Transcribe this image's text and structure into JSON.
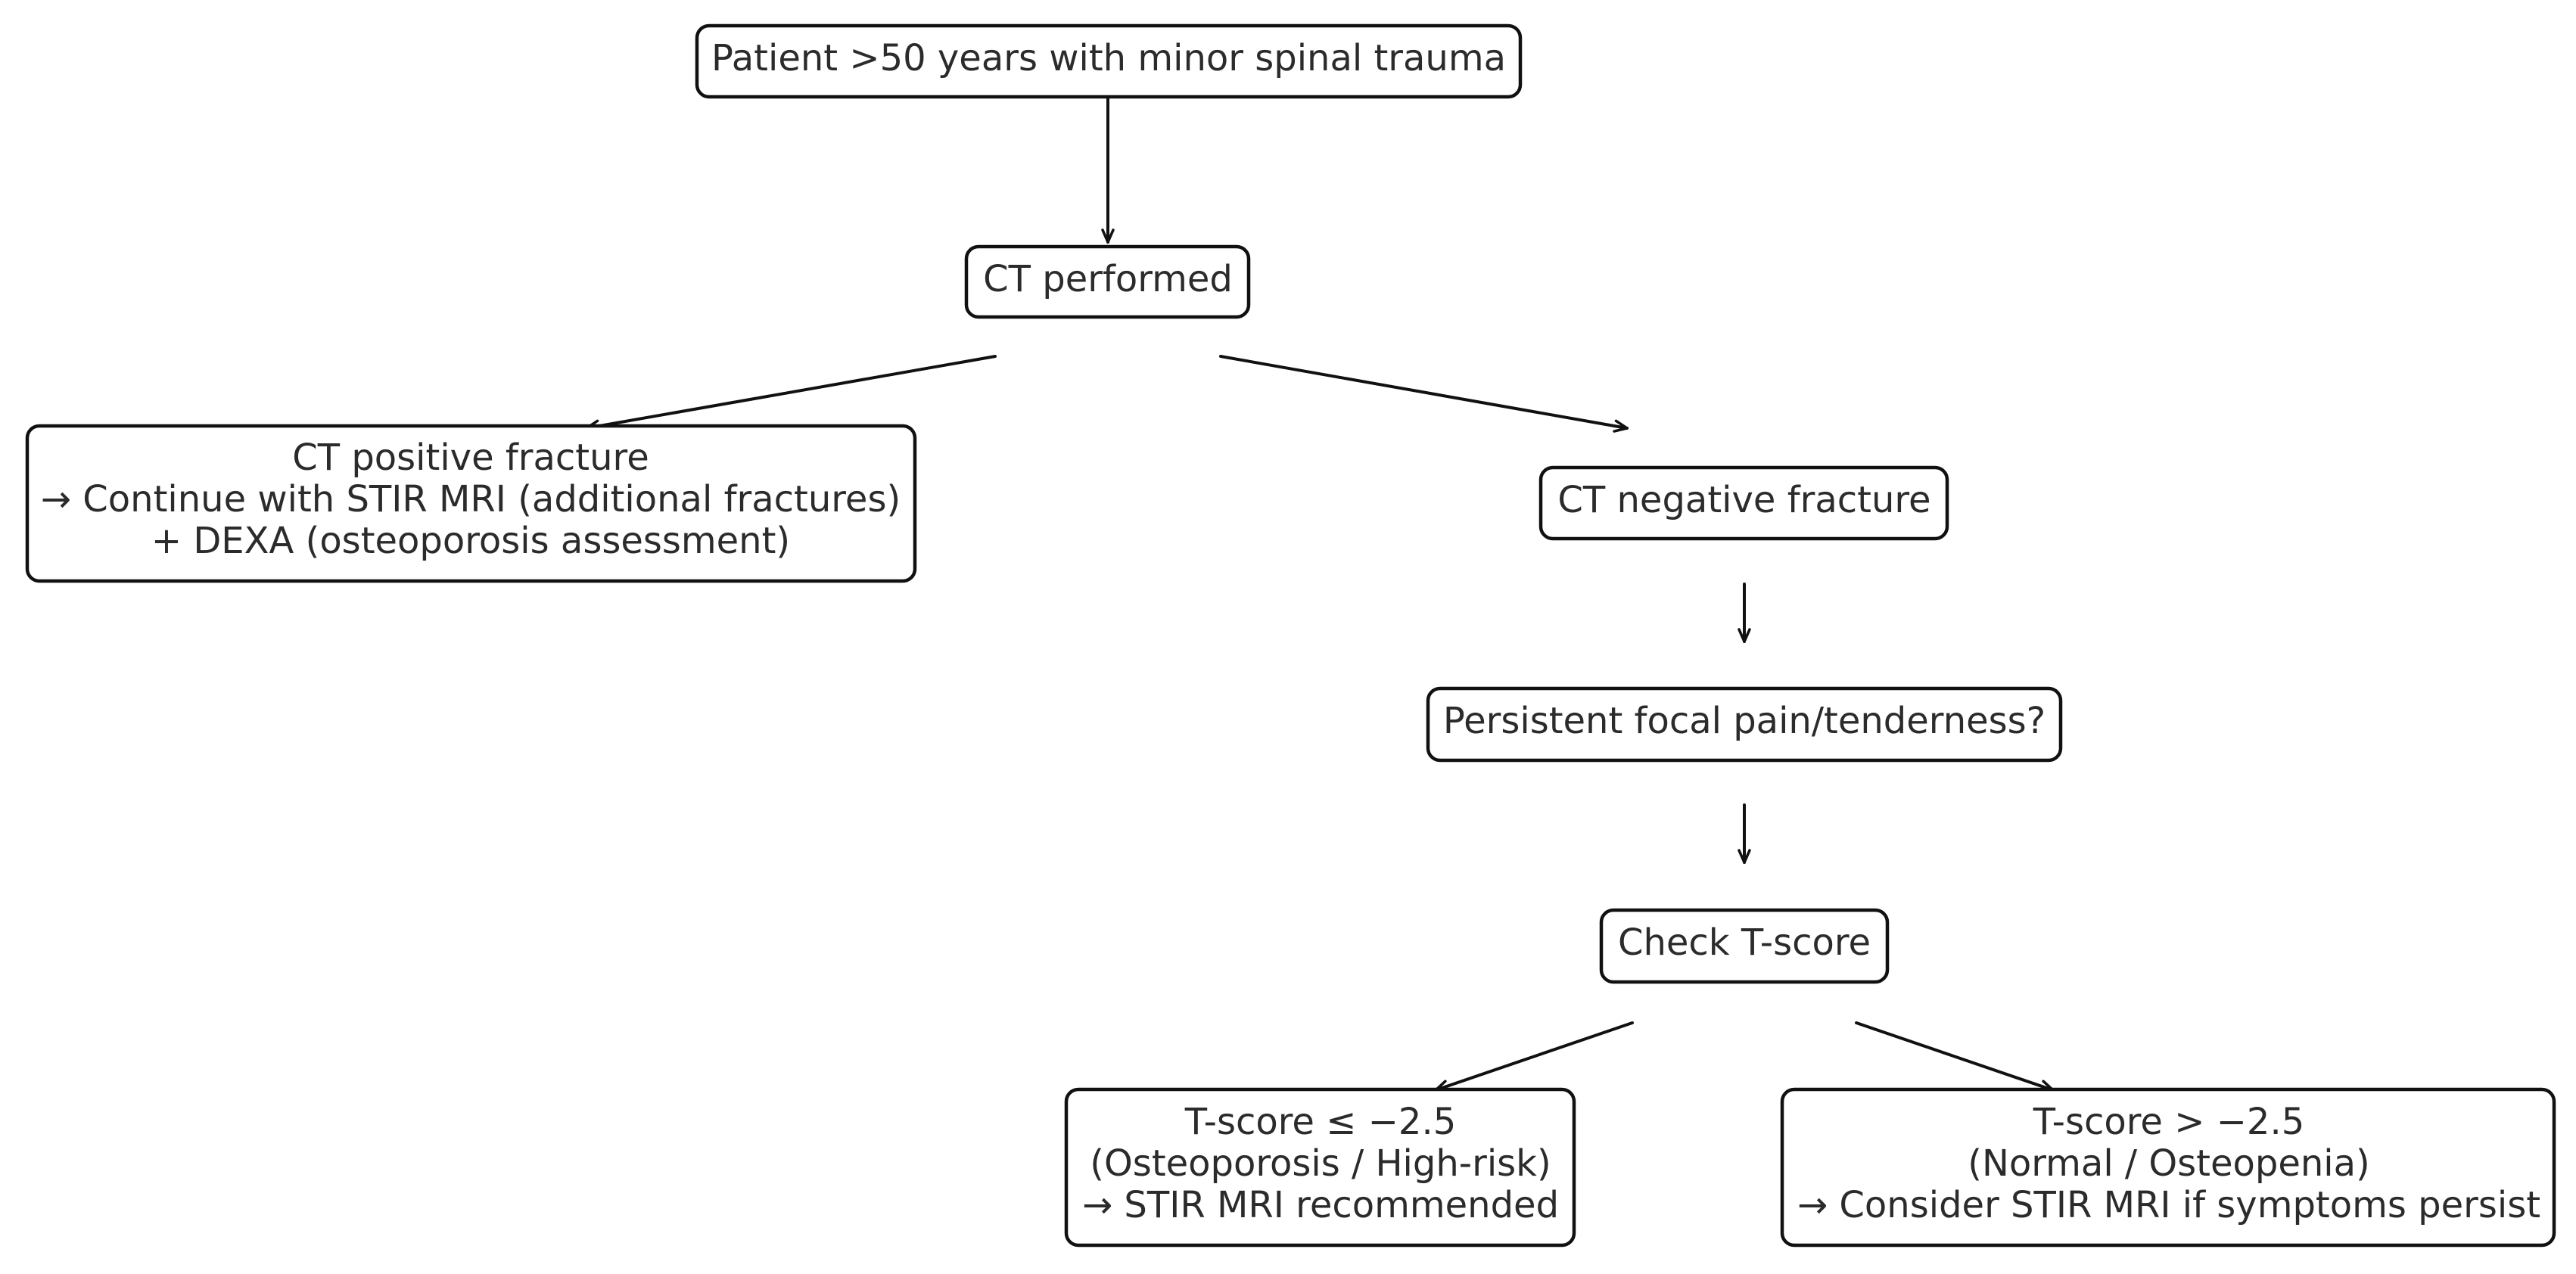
{
  "nodes": {
    "start": [
      "Patient >50 years with minor spinal trauma"
    ],
    "ct": [
      "CT performed"
    ],
    "ct_positive": [
      "CT positive fracture",
      "→ Continue with STIR MRI (additional fractures)",
      "+ DEXA (osteoporosis assessment)"
    ],
    "ct_negative": [
      "CT negative fracture"
    ],
    "pain": [
      "Persistent focal pain/tenderness?"
    ],
    "tscore": [
      "Check T-score"
    ],
    "low_tscore": [
      "T-score ≤ −2.5",
      "(Osteoporosis / High-risk)",
      "→ STIR MRI recommended"
    ],
    "high_tscore": [
      "T-score > −2.5",
      "(Normal / Osteopenia)",
      "→ Consider STIR MRI if symptoms persist"
    ]
  },
  "edges": [
    {
      "from": "start",
      "to": "ct"
    },
    {
      "from": "ct",
      "to": "ct_positive"
    },
    {
      "from": "ct",
      "to": "ct_negative"
    },
    {
      "from": "ct_negative",
      "to": "pain"
    },
    {
      "from": "pain",
      "to": "tscore"
    },
    {
      "from": "tscore",
      "to": "low_tscore"
    },
    {
      "from": "tscore",
      "to": "high_tscore"
    }
  ]
}
